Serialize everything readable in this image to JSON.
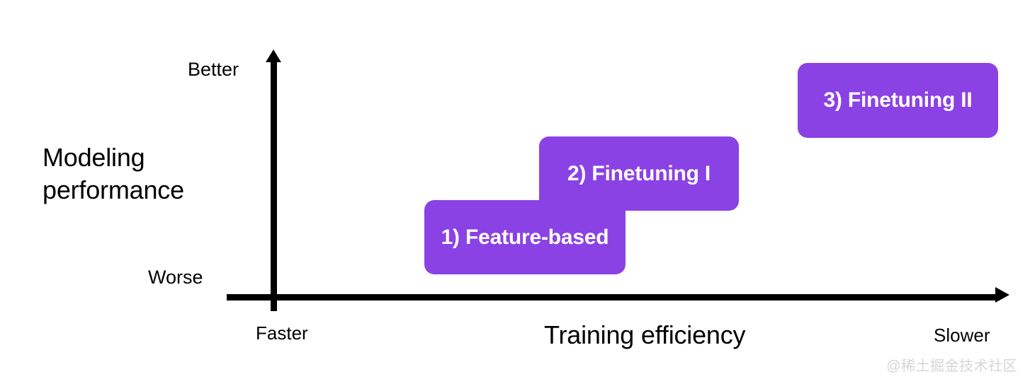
{
  "chart_data": {
    "type": "diagram",
    "title": "",
    "xlabel": "Training efficiency",
    "ylabel": "Modeling performance",
    "x_axis_low_label": "Faster",
    "x_axis_high_label": "Slower",
    "y_axis_low_label": "Worse",
    "y_axis_high_label": "Better",
    "grid": false,
    "legend": "none",
    "categories": [
      "1) Feature-based",
      "2) Finetuning I",
      "3) Finetuning II"
    ],
    "items": [
      {
        "label": "1) Feature-based",
        "training_efficiency": "faster",
        "modeling_performance": "lower",
        "rank": 1
      },
      {
        "label": "2) Finetuning I",
        "training_efficiency": "medium",
        "modeling_performance": "medium",
        "rank": 2
      },
      {
        "label": "3) Finetuning II",
        "training_efficiency": "slower",
        "modeling_performance": "higher",
        "rank": 3
      }
    ]
  },
  "axes": {
    "y_top_label": "Better",
    "y_bottom_label": "Worse",
    "y_title": "Modeling\nperformance",
    "y_title_line1": "Modeling",
    "y_title_line2": "performance",
    "x_left_label": "Faster",
    "x_right_label": "Slower",
    "x_title": "Training efficiency"
  },
  "boxes": [
    {
      "label": "1) Feature-based"
    },
    {
      "label": "2) Finetuning I"
    },
    {
      "label": "3) Finetuning II"
    }
  ],
  "colors": {
    "box_fill": "#8B42E4",
    "box_text": "#ffffff",
    "axis": "#000000",
    "text": "#000000",
    "watermark": "#d6d6d6",
    "background": "#ffffff"
  },
  "watermark": {
    "text": "@稀土掘金技术社区"
  }
}
